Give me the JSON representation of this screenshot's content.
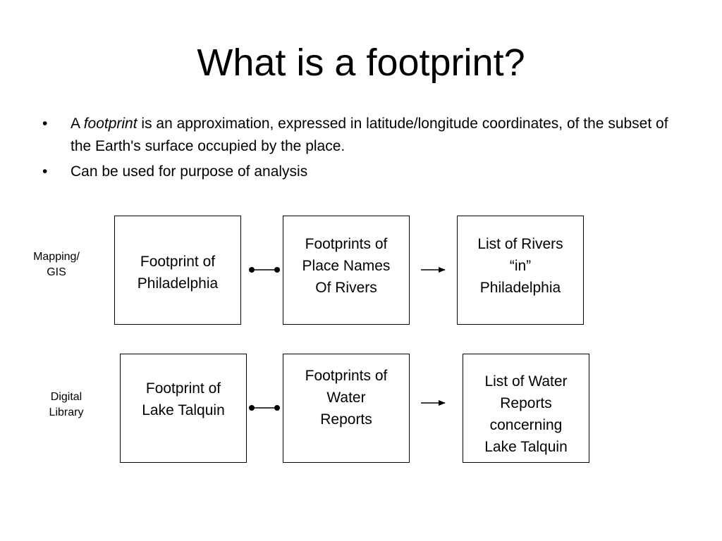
{
  "title": "What is a footprint?",
  "bullets": [
    {
      "prefix": "A ",
      "emphasis": "footprint",
      "rest": " is an approximation, expressed in latitude/longitude coordinates, of the subset of the Earth's surface occupied by the place."
    },
    {
      "text": "Can be used for purpose of analysis"
    }
  ],
  "rows": [
    {
      "label": "Mapping/\nGIS",
      "boxes": [
        "Footprint of\nPhiladelphia",
        "Footprints of\nPlace Names\nOf Rivers",
        "List of Rivers\n“in”\nPhiladelphia"
      ]
    },
    {
      "label": "Digital\nLibrary",
      "boxes": [
        "Footprint of\nLake Talquin",
        "Footprints of\nWater\nReports",
        "List of Water\nReports\nconcerning\nLake Talquin"
      ]
    }
  ],
  "bullet_symbol": "•"
}
